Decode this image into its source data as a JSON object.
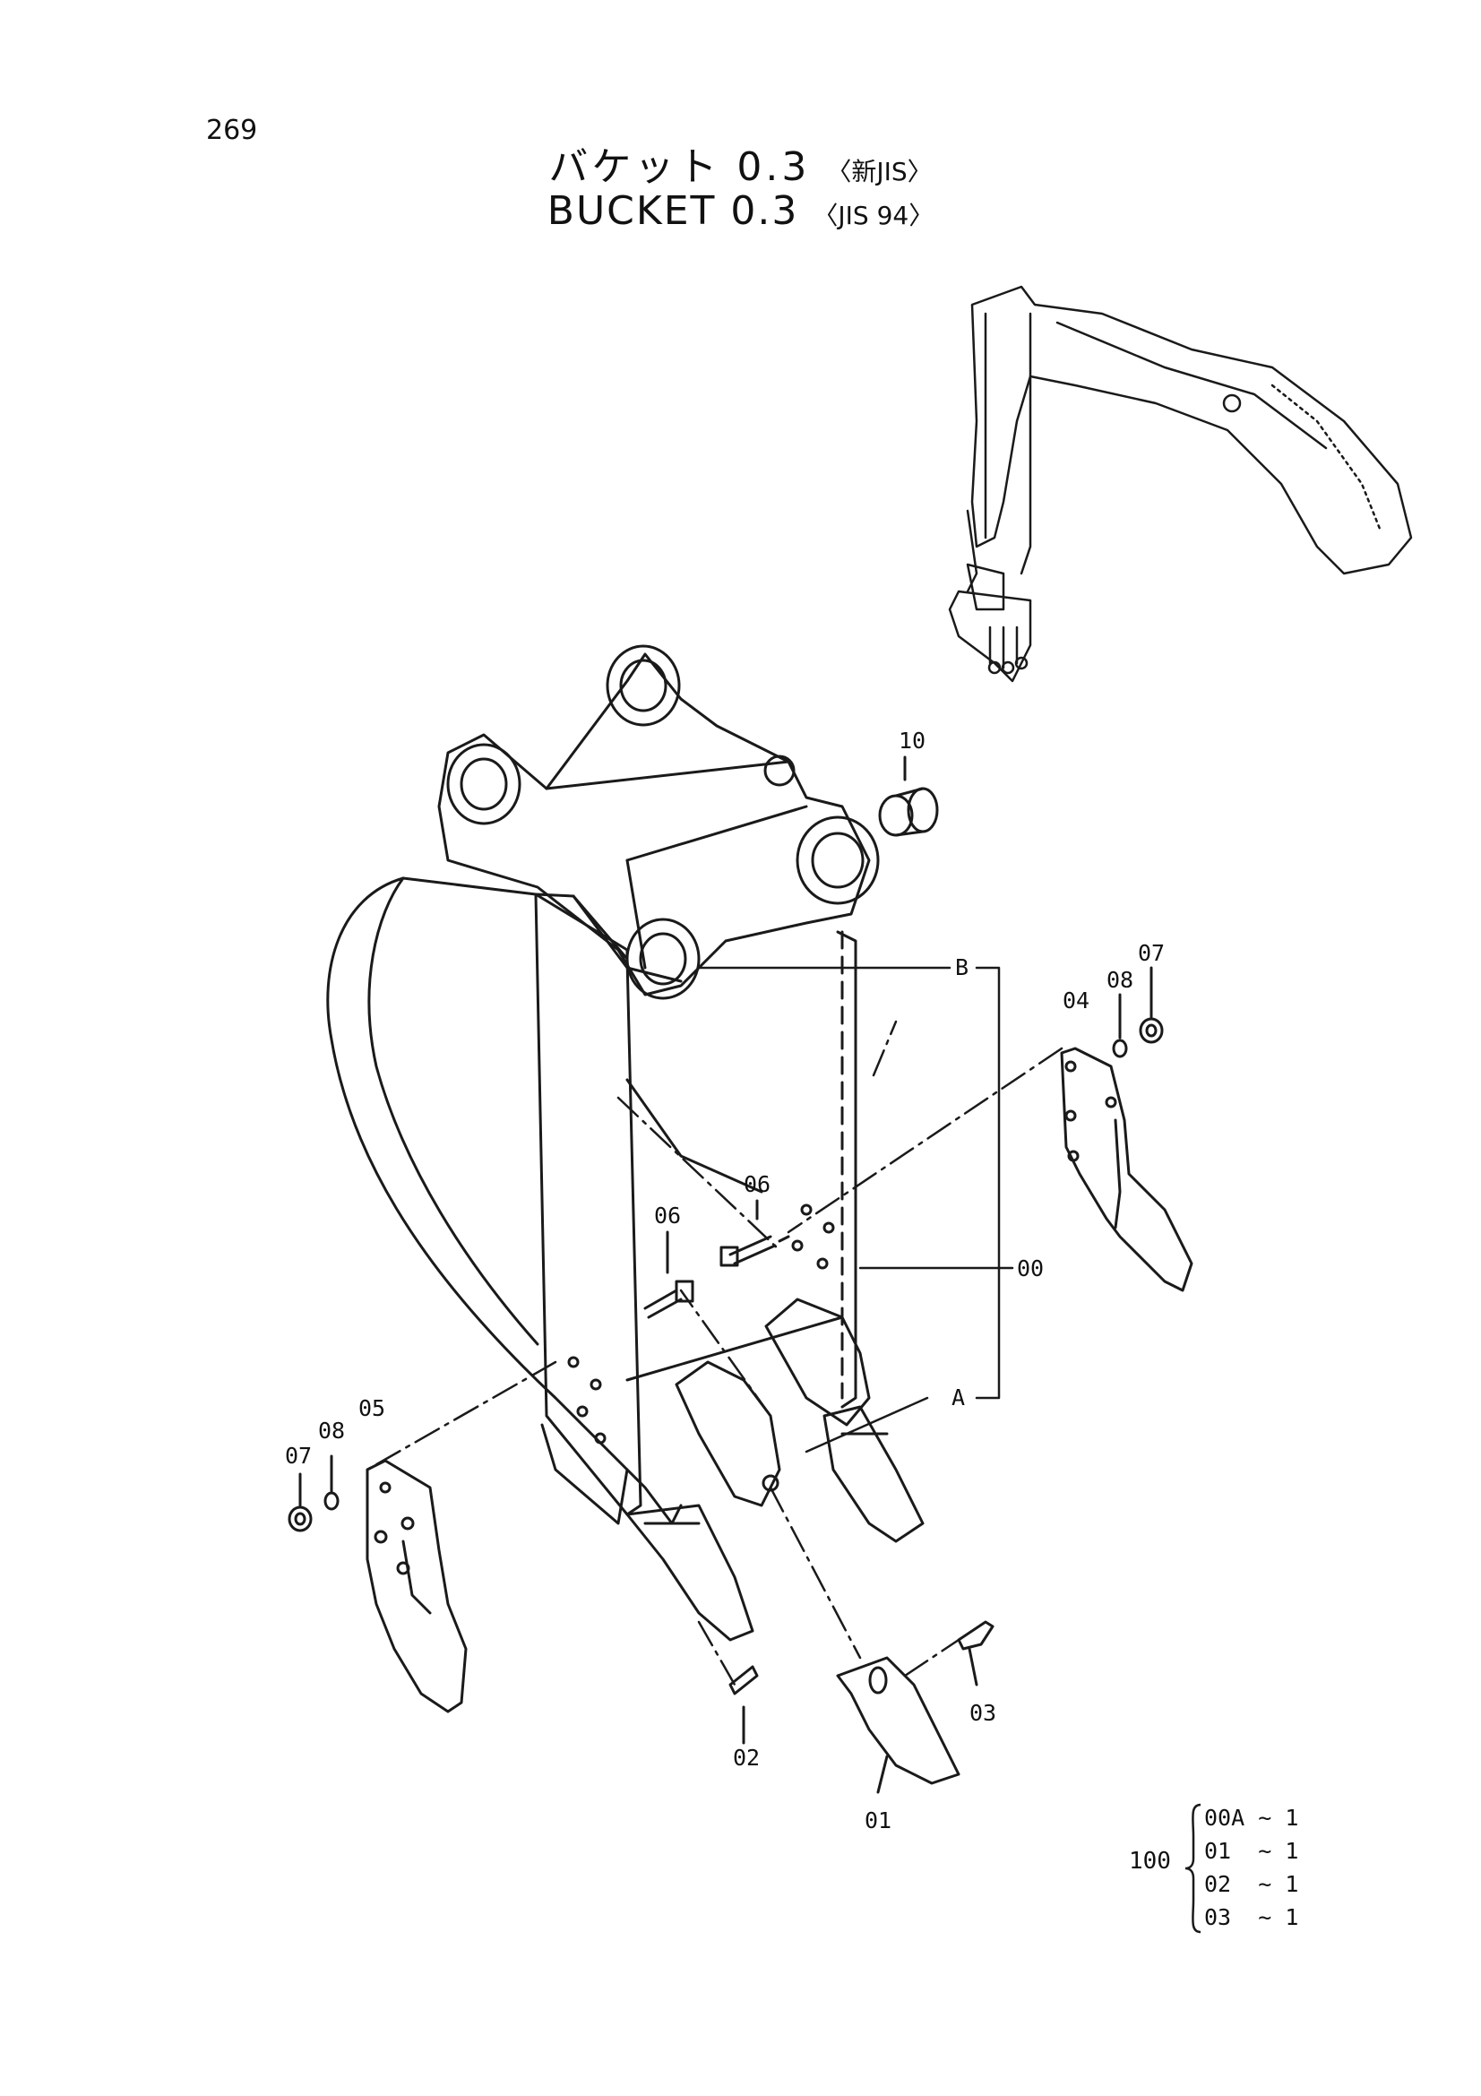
{
  "page_number": "269",
  "title_jp": "バケット 0.3",
  "title_jp_sub": "〈新JIS〉",
  "title_en": "BUCKET  0.3",
  "title_en_sub": "〈JIS 94〉",
  "callouts": {
    "p10": "10",
    "p07_right": "07",
    "p08_right": "08",
    "p04": "04",
    "pB": "B",
    "p06_upper": "06",
    "p06_lower": "06",
    "p00": "00",
    "pA": "A",
    "p05": "05",
    "p08_left": "08",
    "p07_left": "07",
    "p03": "03",
    "p02": "02",
    "p01": "01"
  },
  "kit": {
    "number": "100",
    "rows": [
      {
        "part": "00A",
        "sep": "~",
        "qty": "1"
      },
      {
        "part": "01",
        "sep": "~",
        "qty": "1"
      },
      {
        "part": "02",
        "sep": "~",
        "qty": "1"
      },
      {
        "part": "03",
        "sep": "~",
        "qty": "1"
      }
    ]
  },
  "colors": {
    "line": "#1a1a1a",
    "background": "#ffffff"
  }
}
